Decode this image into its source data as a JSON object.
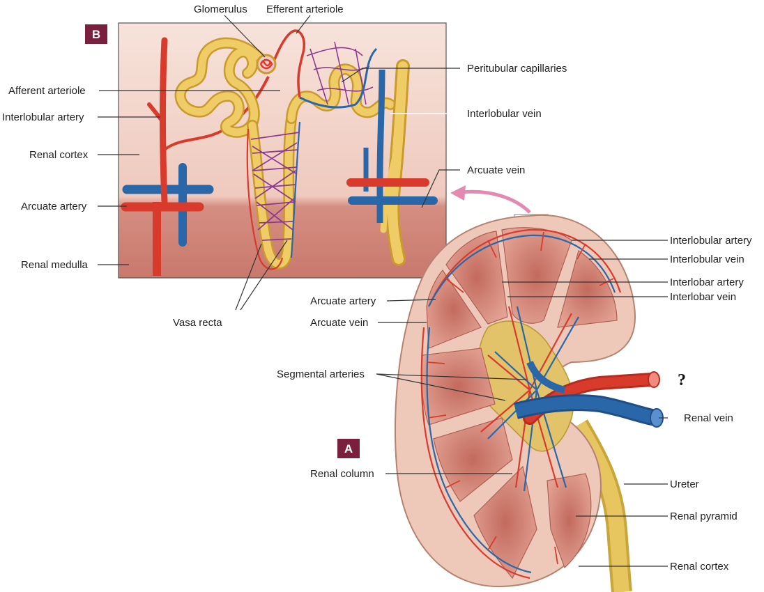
{
  "panels": {
    "a": "A",
    "b": "B"
  },
  "labels": {
    "glomerulus": "Glomerulus",
    "efferent_arteriole": "Efferent arteriole",
    "peritubular_capillaries": "Peritubular capillaries",
    "afferent_arteriole": "Afferent arteriole",
    "interlobular_artery_b": "Interlobular artery",
    "interlobular_vein_b": "Interlobular vein",
    "renal_cortex_b": "Renal cortex",
    "arcuate_vein_b": "Arcuate vein",
    "arcuate_artery_b": "Arcuate artery",
    "renal_medulla": "Renal medulla",
    "vasa_recta": "Vasa recta",
    "interlobular_artery_a": "Interlobular artery",
    "interlobular_vein_a": "Interlobular vein",
    "interlobar_artery": "Interlobar artery",
    "interlobar_vein": "Interlobar vein",
    "arcuate_artery_a": "Arcuate artery",
    "arcuate_vein_a": "Arcuate vein",
    "segmental_arteries": "Segmental arteries",
    "unknown_vessel": "?",
    "renal_vein": "Renal vein",
    "renal_column": "Renal column",
    "ureter": "Ureter",
    "renal_pyramid": "Renal pyramid",
    "renal_cortex_a": "Renal cortex"
  },
  "colors": {
    "artery": "#d83a2c",
    "vein": "#2a67a8",
    "tubule": "#e6bd4f",
    "cortex": "#f2d2c6",
    "medulla": "#c77a6e",
    "panel_badge": "#7a1f3d"
  }
}
